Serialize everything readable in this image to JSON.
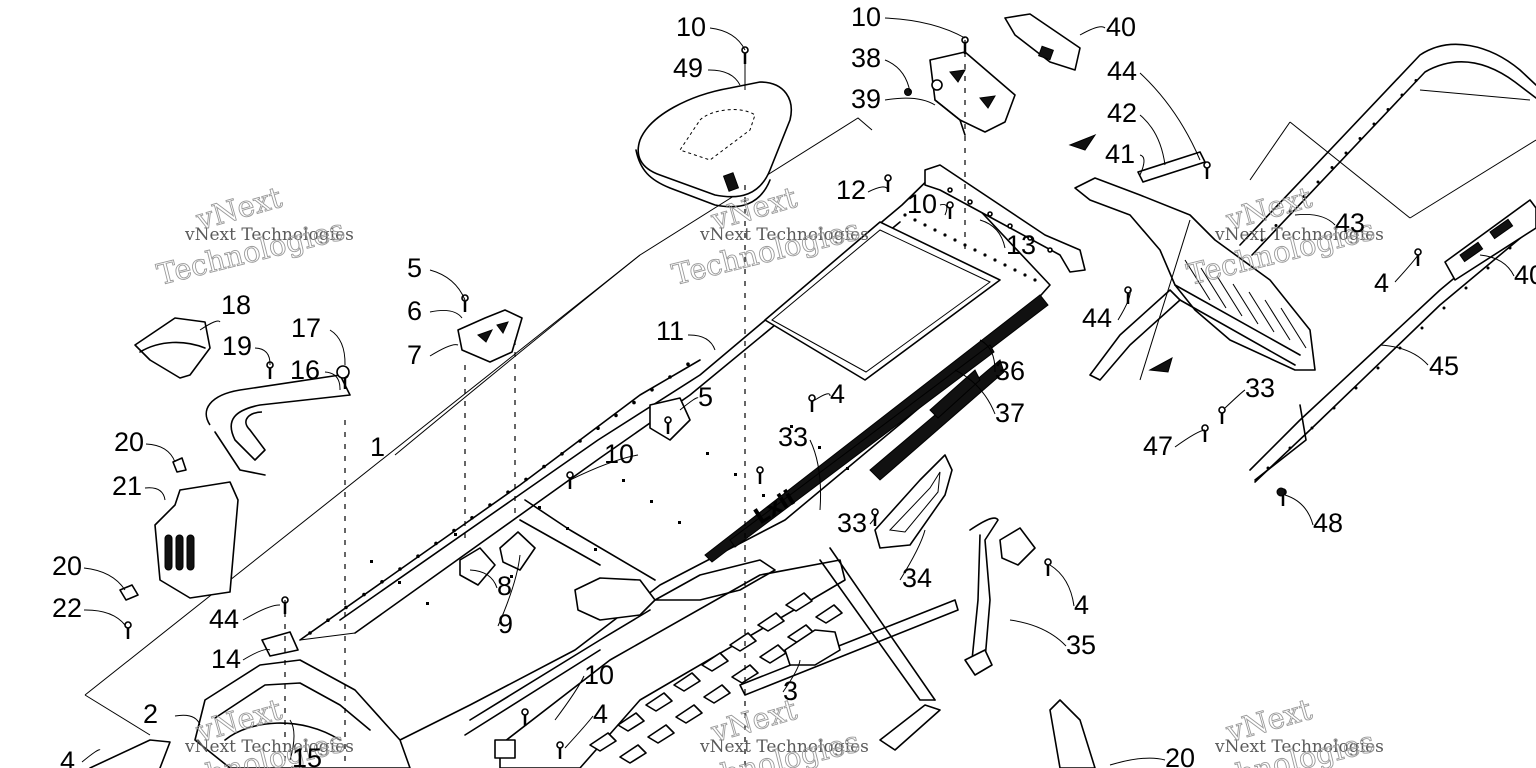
{
  "diagram": {
    "watermark": {
      "company": "vNext Technologies",
      "short": "vNext",
      "word": "Technologies"
    },
    "callouts": [
      {
        "label": "10"
      },
      {
        "label": "49"
      },
      {
        "label": "10"
      },
      {
        "label": "38"
      },
      {
        "label": "39"
      },
      {
        "label": "40"
      },
      {
        "label": "44"
      },
      {
        "label": "42"
      },
      {
        "label": "41"
      },
      {
        "label": "43"
      },
      {
        "label": "40"
      },
      {
        "label": "12"
      },
      {
        "label": "10"
      },
      {
        "label": "13"
      },
      {
        "label": "4"
      },
      {
        "label": "44"
      },
      {
        "label": "45"
      },
      {
        "label": "36"
      },
      {
        "label": "37"
      },
      {
        "label": "11"
      },
      {
        "label": "5"
      },
      {
        "label": "6"
      },
      {
        "label": "7"
      },
      {
        "label": "18"
      },
      {
        "label": "17"
      },
      {
        "label": "19"
      },
      {
        "label": "16"
      },
      {
        "label": "1"
      },
      {
        "label": "5"
      },
      {
        "label": "4"
      },
      {
        "label": "33"
      },
      {
        "label": "10"
      },
      {
        "label": "33"
      },
      {
        "label": "47"
      },
      {
        "label": "48"
      },
      {
        "label": "20"
      },
      {
        "label": "21"
      },
      {
        "label": "33"
      },
      {
        "label": "34"
      },
      {
        "label": "4"
      },
      {
        "label": "20"
      },
      {
        "label": "22"
      },
      {
        "label": "8"
      },
      {
        "label": "9"
      },
      {
        "label": "35"
      },
      {
        "label": "44"
      },
      {
        "label": "14"
      },
      {
        "label": "10"
      },
      {
        "label": "3"
      },
      {
        "label": "2"
      },
      {
        "label": "4"
      },
      {
        "label": "15"
      },
      {
        "label": "20"
      },
      {
        "label": "4"
      }
    ]
  }
}
